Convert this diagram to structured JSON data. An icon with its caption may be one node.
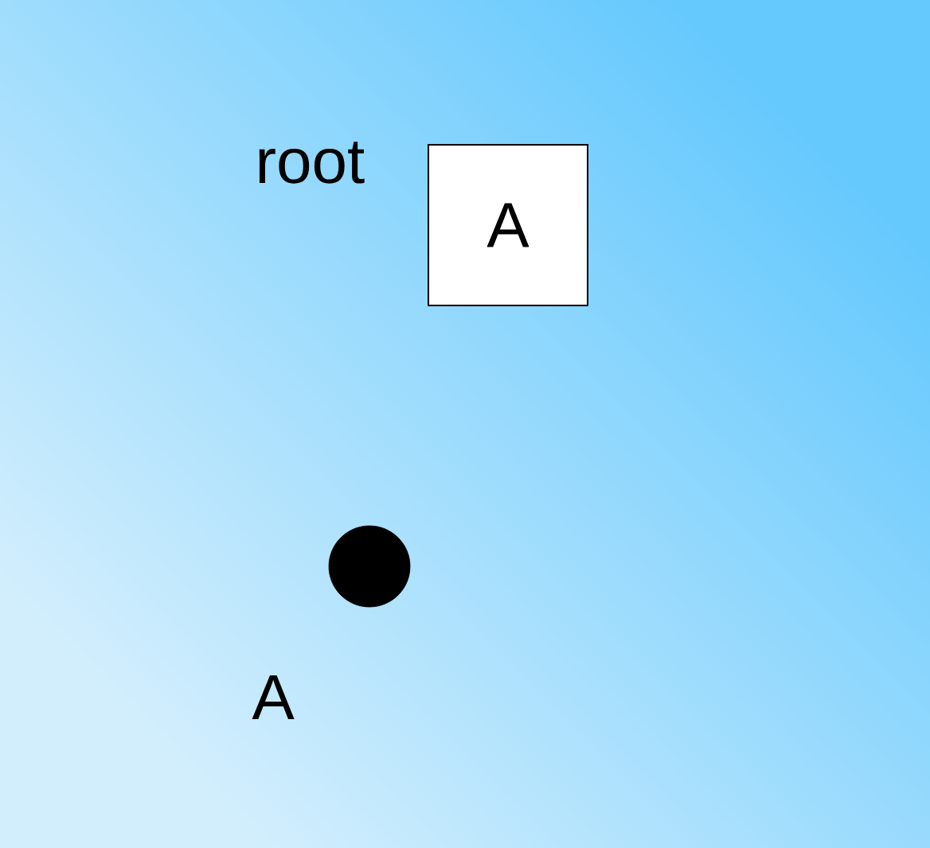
{
  "diagram": {
    "nodes": [
      {
        "text": [
          "A"
        ]
      },
      {
        "text": [],
        "shape": "circle",
        "beside": [
          "A"
        ]
      }
    ],
    "labels": [
      "root"
    ]
  }
}
